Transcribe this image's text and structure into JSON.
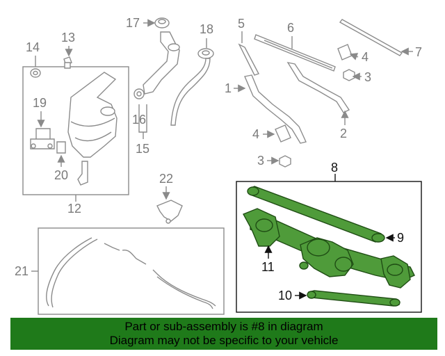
{
  "callouts": {
    "c1": "1",
    "c2": "2",
    "c3a": "3",
    "c3b": "3",
    "c4a": "4",
    "c4b": "4",
    "c5": "5",
    "c6": "6",
    "c7": "7",
    "c8": "8",
    "c9": "9",
    "c10": "10",
    "c11": "11",
    "c12": "12",
    "c13": "13",
    "c14": "14",
    "c15": "15",
    "c16": "16",
    "c17": "17",
    "c18": "18",
    "c19": "19",
    "c20": "20",
    "c21": "21",
    "c22": "22"
  },
  "banner": {
    "line1": "Part or sub-assembly is #8 in diagram",
    "line2": "Diagram may not be specific to your vehicle"
  },
  "colors": {
    "highlight_part": "#4f9b3a",
    "banner_bg": "#1f7a1a",
    "line_gray": "#8a8a8a"
  }
}
